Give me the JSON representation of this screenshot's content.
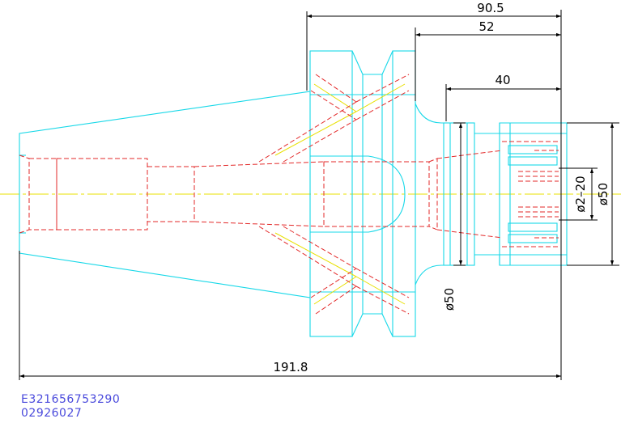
{
  "colors": {
    "outline": "#17d8e8",
    "hidden": "#e32a2a",
    "center": "#e8e000",
    "dimension": "#000000",
    "code": "#4a4adc"
  },
  "dimensions": {
    "overall_length": "191.8",
    "length_90_5": "90.5",
    "length_52": "52",
    "length_40": "40",
    "flange_dia": "ø50",
    "nut_dia": "ø50",
    "clamp_range": "ø2–20"
  },
  "codes": {
    "line1": "E321656753290",
    "line2": "02926027"
  }
}
